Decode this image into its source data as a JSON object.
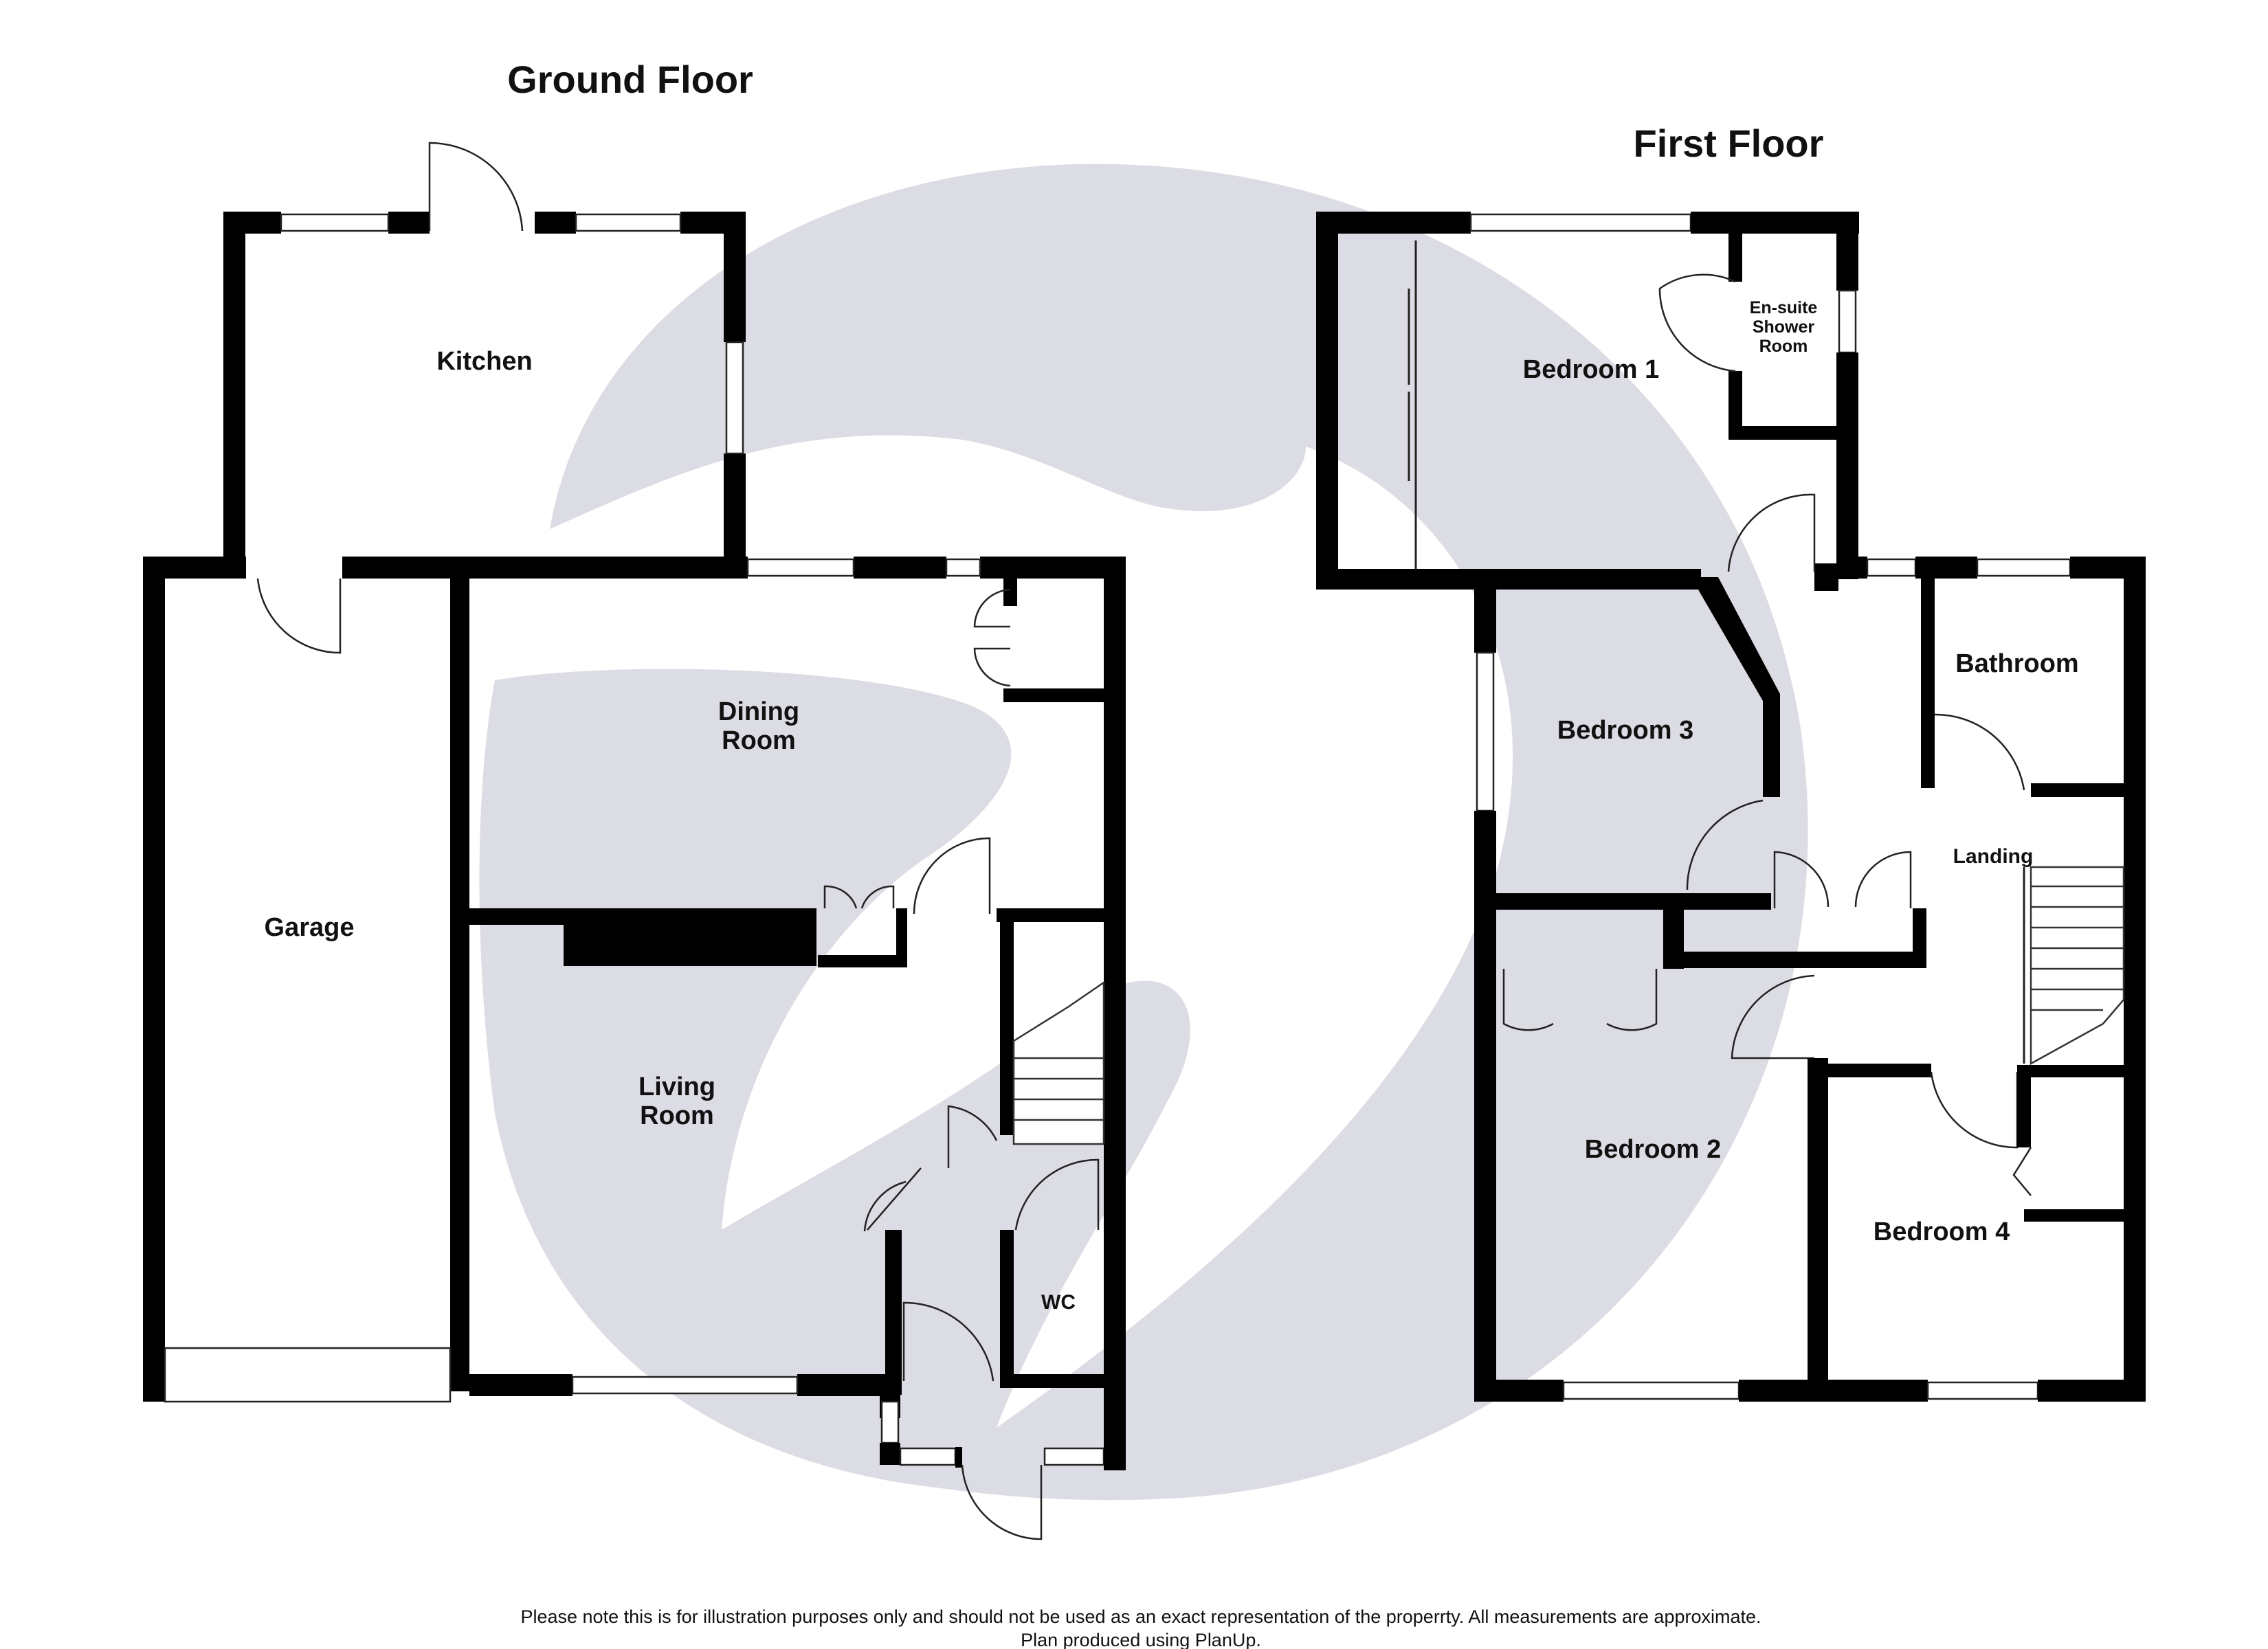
{
  "floors": {
    "ground": {
      "title": "Ground Floor",
      "rooms": {
        "kitchen": "Kitchen",
        "garage": "Garage",
        "dining_line1": "Dining",
        "dining_line2": "Room",
        "living_line1": "Living",
        "living_line2": "Room",
        "wc": "WC"
      }
    },
    "first": {
      "title": "First Floor",
      "rooms": {
        "bedroom1": "Bedroom 1",
        "ensuite_line1": "En-suite",
        "ensuite_line2": "Shower",
        "ensuite_line3": "Room",
        "bedroom3": "Bedroom 3",
        "bathroom": "Bathroom",
        "landing": "Landing",
        "bedroom2": "Bedroom 2",
        "bedroom4": "Bedroom 4"
      }
    }
  },
  "footer": {
    "disclaimer": "Please note this is for illustration purposes only and should not be used as an exact representation of the properrty. All measurements are approximate.",
    "credit": "Plan produced using PlanUp."
  },
  "colors": {
    "walls": "#000000",
    "watermark": "#dcdce4",
    "background": "#ffffff"
  },
  "icons": {
    "watermark": "swirl-logo-watermark"
  }
}
